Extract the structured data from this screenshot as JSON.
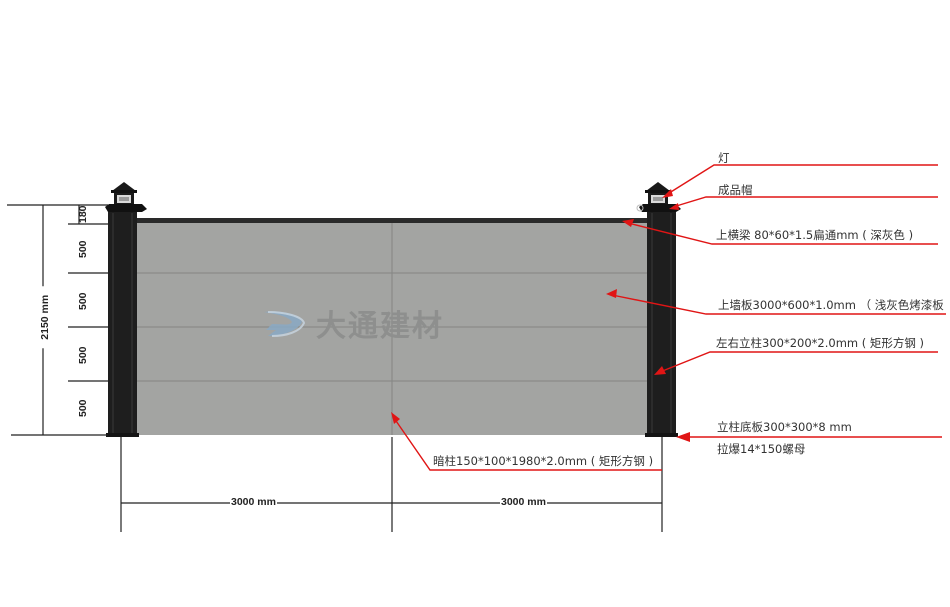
{
  "diagram": {
    "type": "fence-elevation-drawing",
    "colors": {
      "panel": "#a3a4a2",
      "panel_seam": "#848583",
      "post": "#1e1e1e",
      "top_beam": "#2a2a2a",
      "leader": "#e01515",
      "dimension_line": "#222222",
      "watermark": "#8e8f8e"
    },
    "watermark": {
      "logo_icon": "dt-swoosh-logo",
      "text": "大通建材"
    },
    "dimensions": {
      "total_height": "2150 mm",
      "segments": [
        "180",
        "500",
        "500",
        "500",
        "500"
      ],
      "widths": [
        "3000 mm",
        "3000 mm"
      ]
    },
    "callouts": [
      {
        "id": "lamp",
        "label": "灯"
      },
      {
        "id": "cap",
        "label": "成品帽"
      },
      {
        "id": "top-beam",
        "label": "上横梁 80*60*1.5扁通mm ( 深灰色 )"
      },
      {
        "id": "wall-panel",
        "label": "上墙板3000*600*1.0mm （ 浅灰色烤漆板"
      },
      {
        "id": "side-post",
        "label": "左右立柱300*200*2.0mm ( 矩形方钢 )"
      },
      {
        "id": "base-plate-line1",
        "label": "立柱底板300*300*8 mm"
      },
      {
        "id": "base-plate-line2",
        "label": "拉爆14*150螺母"
      },
      {
        "id": "hidden-post",
        "label": "暗柱150*100*1980*2.0mm ( 矩形方钢 )"
      }
    ]
  }
}
